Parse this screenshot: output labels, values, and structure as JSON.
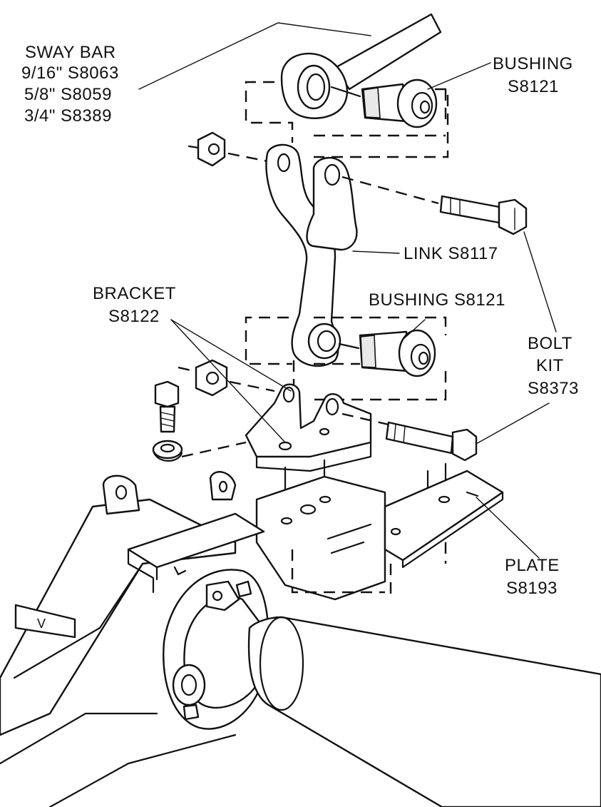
{
  "labels": {
    "sway_bar": {
      "title": "SWAY BAR",
      "line1": "9/16\"  S8063",
      "line2": "5/8\"  S8059",
      "line3": "3/4\"  S8389"
    },
    "bushing_top": {
      "line1": "BUSHING",
      "line2": "S8121"
    },
    "link": "LINK  S8117",
    "bushing_mid": "BUSHING  S8121",
    "bracket": {
      "line1": "BRACKET",
      "line2": "S8122"
    },
    "bolt_kit": {
      "line1": "BOLT",
      "line2": "KIT",
      "line3": "S8373"
    },
    "plate": {
      "line1": "PLATE",
      "line2": "S8193"
    },
    "axle_mark": "V"
  },
  "colors": {
    "ink": "#111111",
    "paper": "#ffffff"
  }
}
